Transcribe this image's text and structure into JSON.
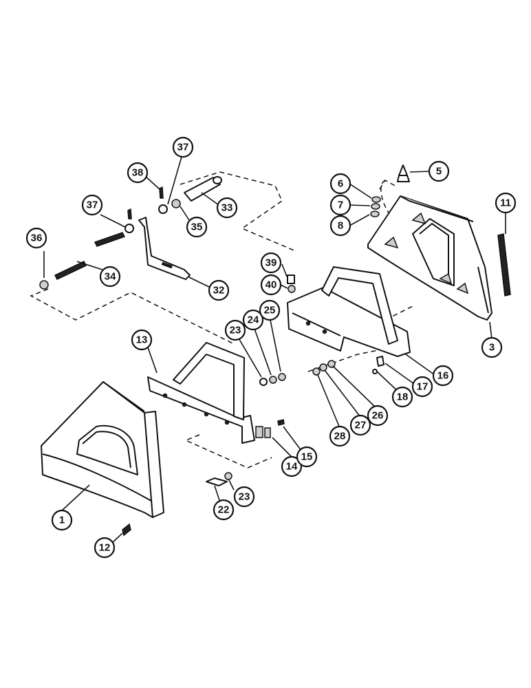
{
  "callouts": [
    {
      "id": "1",
      "label": "1"
    },
    {
      "id": "3",
      "label": "3"
    },
    {
      "id": "5",
      "label": "5"
    },
    {
      "id": "6",
      "label": "6"
    },
    {
      "id": "7",
      "label": "7"
    },
    {
      "id": "8",
      "label": "8"
    },
    {
      "id": "11",
      "label": "11"
    },
    {
      "id": "12",
      "label": "12"
    },
    {
      "id": "13",
      "label": "13"
    },
    {
      "id": "14",
      "label": "14"
    },
    {
      "id": "15",
      "label": "15"
    },
    {
      "id": "16",
      "label": "16"
    },
    {
      "id": "17",
      "label": "17"
    },
    {
      "id": "18",
      "label": "18"
    },
    {
      "id": "22",
      "label": "22"
    },
    {
      "id": "23a",
      "label": "23"
    },
    {
      "id": "23b",
      "label": "23"
    },
    {
      "id": "24",
      "label": "24"
    },
    {
      "id": "25",
      "label": "25"
    },
    {
      "id": "26",
      "label": "26"
    },
    {
      "id": "27",
      "label": "27"
    },
    {
      "id": "28",
      "label": "28"
    },
    {
      "id": "32",
      "label": "32"
    },
    {
      "id": "33",
      "label": "33"
    },
    {
      "id": "34",
      "label": "34"
    },
    {
      "id": "35",
      "label": "35"
    },
    {
      "id": "36",
      "label": "36"
    },
    {
      "id": "37a",
      "label": "37"
    },
    {
      "id": "37b",
      "label": "37"
    },
    {
      "id": "38",
      "label": "38"
    },
    {
      "id": "39",
      "label": "39"
    },
    {
      "id": "40",
      "label": "40"
    }
  ]
}
